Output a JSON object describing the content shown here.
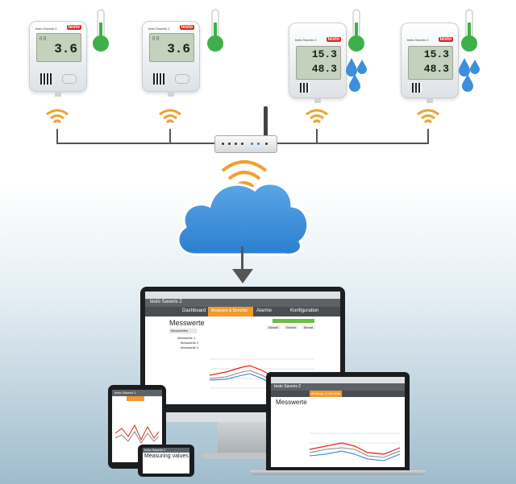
{
  "sensors": [
    {
      "name": "testo Saveris 2",
      "brand": "testo",
      "value": "3.6",
      "value2": ""
    },
    {
      "name": "testo Saveris 2",
      "brand": "testo",
      "value": "3.6",
      "value2": ""
    },
    {
      "name": "testo Saveris 2",
      "brand": "testo",
      "value": "15.3",
      "value2": "48.3"
    },
    {
      "name": "testo Saveris 2",
      "brand": "testo",
      "value": "15.3",
      "value2": "48.3"
    }
  ],
  "icons": {
    "thermometer": "thermometer-icon",
    "humidity": "water-drops-icon",
    "wifi": "wifi-signal-icon",
    "cloud": "cloud-icon",
    "router": "router-icon"
  },
  "colors": {
    "cloud_blue": "#2b7fd0",
    "wifi_orange": "#f0a030",
    "thermometer_green": "#3db04a",
    "drop_blue": "#3d8fd9",
    "app_orange": "#f29a2e",
    "app_green": "#6abf3f"
  },
  "monitor": {
    "app_title": "testo Saveris 2",
    "tab_dashboard": "Dashboard",
    "tab_analyses": "Analysen & Berichte",
    "tab_alarms": "Alarme",
    "tab_config": "Konfiguration",
    "page_title": "Messwerte",
    "sidebar_header": "Messstellen",
    "tree_items": [
      "Messstelle 1",
      "Messstelle 2",
      "Messstelle 3"
    ],
    "filter_a": "Aktuell",
    "filter_b": "Woche",
    "filter_c": "Monat"
  },
  "laptop": {
    "app_title": "testo Saveris 2",
    "tab_analyses": "Analysen & Berichte",
    "page_title": "Messwerte"
  },
  "phone": {
    "app_title": "testo Saveris 2",
    "page_title": "Measuring values"
  },
  "tablet": {
    "app_title": "testo Saveris 2"
  }
}
